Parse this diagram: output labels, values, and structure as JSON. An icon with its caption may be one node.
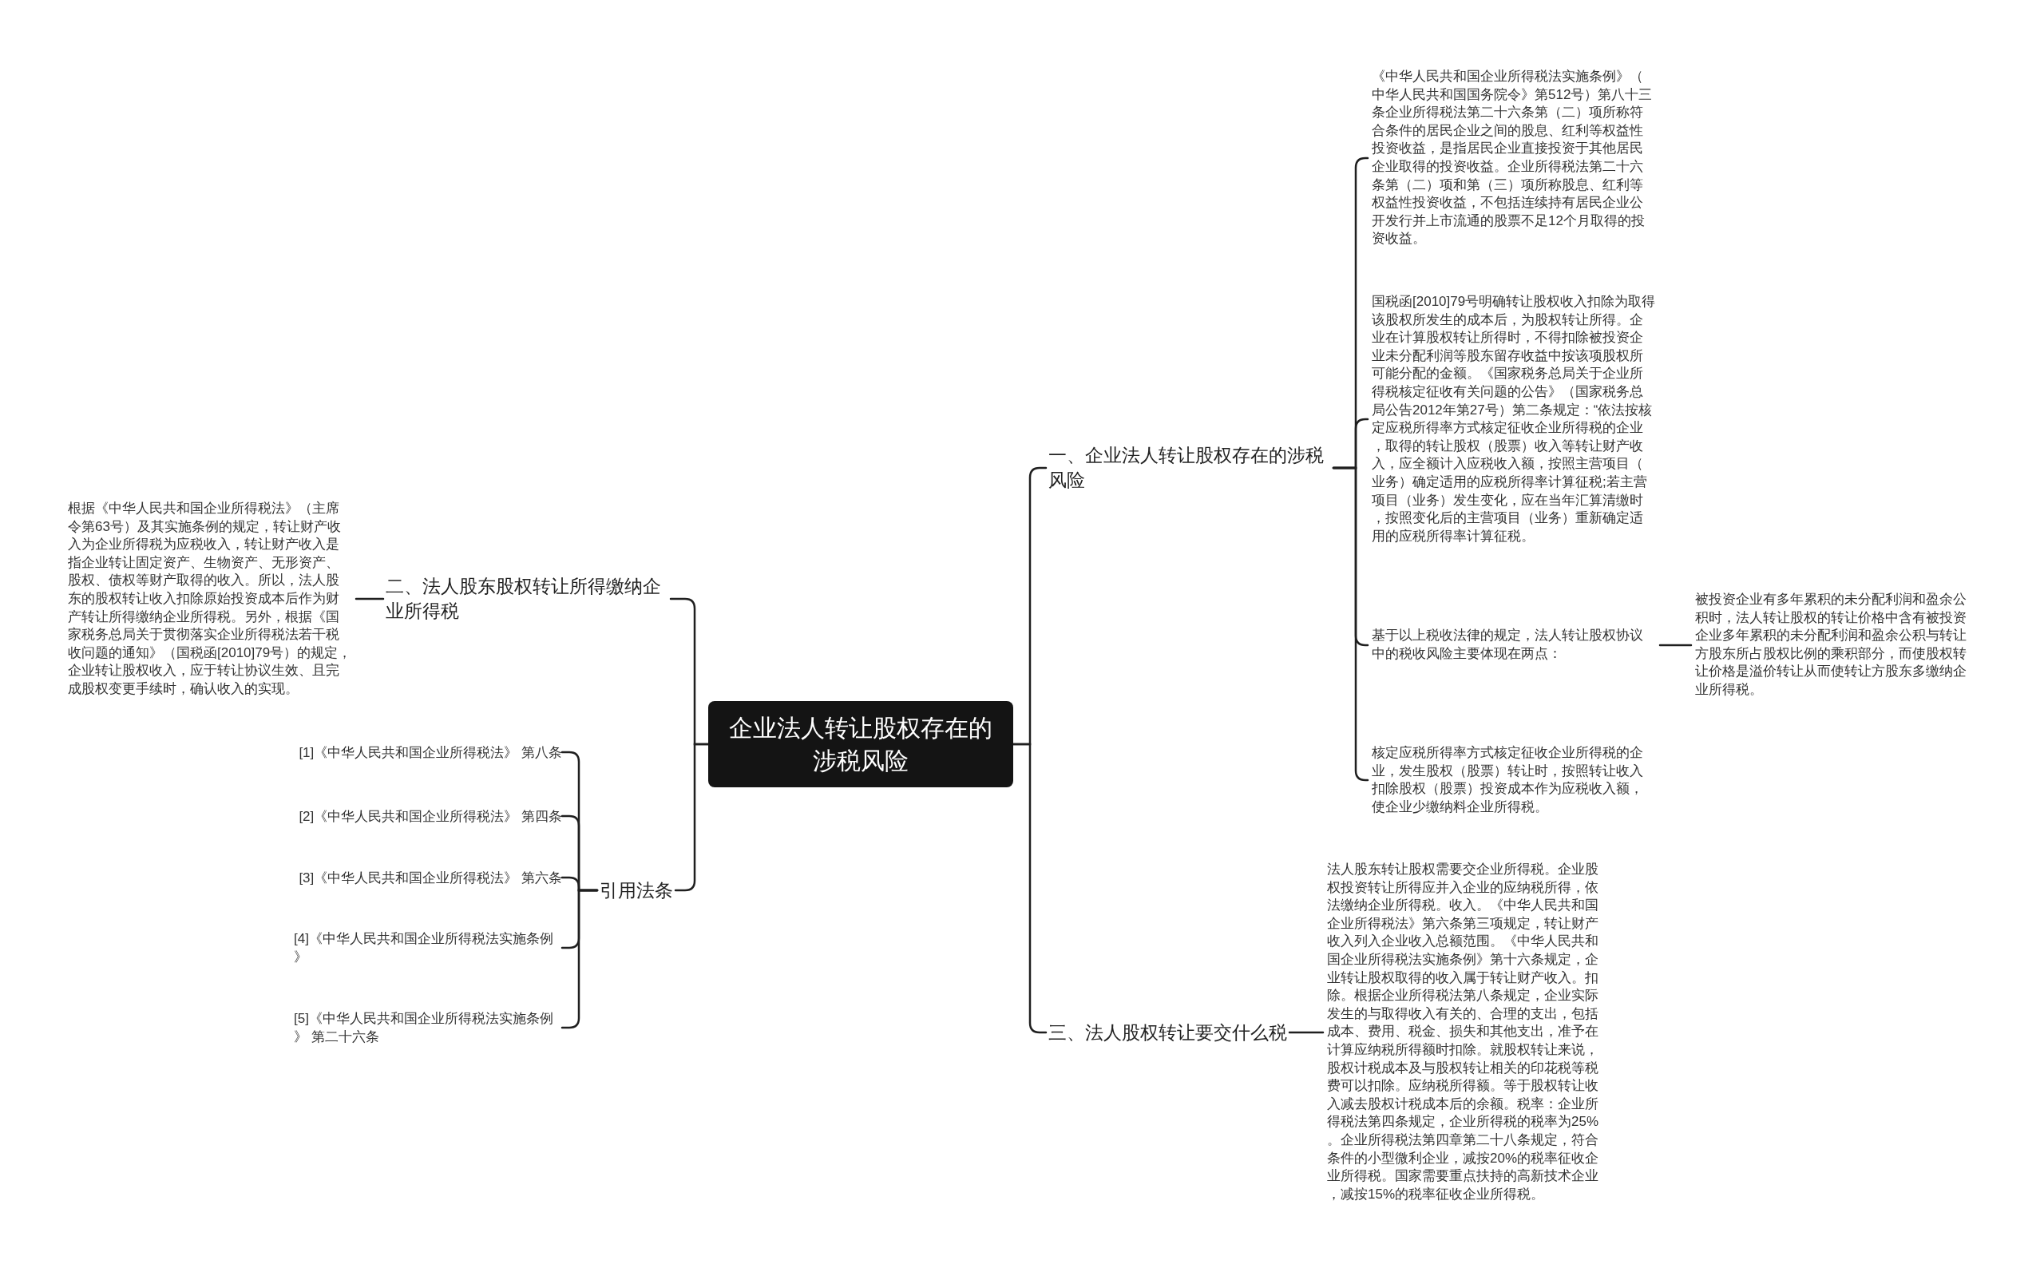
{
  "diagram": {
    "nodes": [
      {
        "text": [
          "企业法人转让股权存在的涉税风险"
        ]
      },
      {
        "text": [
          "一、企业法人转让股权存在的涉税风险"
        ]
      },
      {
        "text": [
          "《中华人民共和国企业所得税法实施条例》（中华人民共和国国务院令》第512号）第八十三条企业所得税法第二十六条第（二）项所称符合条件的居民企业之间的股息、红利等权益性投资收益，是指居民企业直接投资于其他居民企业取得的投资收益。企业所得税法第二十六条第（二）项和第（三）项所称股息、红利等权益性投资收益，不包括连续持有居民企业公开发行并上市流通的股票不足12个月取得的投资收益。"
        ]
      },
      {
        "text": [
          "国税函[2010]79号明确转让股权收入扣除为取得该股权所发生的成本后，为股权转让所得。企业在计算股权转让所得时，不得扣除被投资企业未分配利润等股东留存收益中按该项股权所可能分配的金额。《国家税务总局关于企业所得税核定征收有关问题的公告》（国家税务总局公告2012年第27号）第二条规定：“依法按核定应税所得率方式核定征收企业所得税的企业，取得的转让股权（股票）收入等转让财产收入，应全额计入应税收入额，按照主营项目（业务）确定适用的应税所得率计算征税;若主营项目（业务）发生变化，应在当年汇算清缴时，按照变化后的主营项目（业务）重新确定适用的应税所得率计算征税。"
        ]
      },
      {
        "text": [
          "基于以上税收法律的规定，法人转让股权协议中的税收风险主要体现在两点："
        ]
      },
      {
        "text": [
          "被投资企业有多年累积的未分配利润和盈余公积时，法人转让股权的转让价格中含有被投资企业多年累积的未分配利润和盈余公积与转让方股东所占股权比例的乘积部分，而使股权转让价格是溢价转让从而使转让方股东多缴纳企业所得税。"
        ]
      },
      {
        "text": [
          "核定应税所得率方式核定征收企业所得税的企业，发生股权（股票）转让时，按照转让收入扣除股权（股票）投资成本作为应税收入额，使企业少缴纳料企业所得税。"
        ]
      },
      {
        "text": [
          "三、法人股权转让要交什么税"
        ]
      },
      {
        "text": [
          "法人股东转让股权需要交企业所得税。企业股权投资转让所得应并入企业的应纳税所得，依法缴纳企业所得税。收入。《中华人民共和国企业所得税法》第六条第三项规定，转让财产收入列入企业收入总额范围。《中华人民共和国企业所得税法实施条例》第十六条规定，企业转让股权取得的收入属于转让财产收入。扣除。根据企业所得税法第八条规定，企业实际发生的与取得收入有关的、合理的支出，包括成本、费用、税金、损失和其他支出，准予在计算应纳税所得额时扣除。就股权转让来说，股权计税成本及与股权转让相关的印花税等税费可以扣除。应纳税所得额。等于股权转让收入减去股权计税成本后的余额。税率：企业所得税法第四条规定，企业所得税的税率为25%。企业所得税法第四章第二十八条规定，符合条件的小型微利企业，减按20%的税率征收企业所得税。国家需要重点扶持的高新技术企业，减按15%的税率征收企业所得税。"
        ]
      },
      {
        "text": [
          "二、法人股东股权转让所得缴纳企业所得税"
        ]
      },
      {
        "text": [
          "根据《中华人民共和国企业所得税法》（主席令第63号）及其实施条例的规定，转让财产收入为企业所得税为应税收入，转让财产收入是指企业转让固定资产、生物资产、无形资产、股权、债权等财产取得的收入。所以，法人股东的股权转让收入扣除原始投资成本后作为财产转让所得缴纳企业所得税。另外，根据《国家税务总局关于贯彻落实企业所得税法若干税收问题的通知》（国税函[2010]79号）的规定，企业转让股权收入，应于转让协议生效、且完成股权变更手续时，确认收入的实现。"
        ]
      },
      {
        "text": [
          "引用法条"
        ]
      },
      {
        "text": [
          "[1]《中华人民共和国企业所得税法》 第八条"
        ]
      },
      {
        "text": [
          "[2]《中华人民共和国企业所得税法》 第四条"
        ]
      },
      {
        "text": [
          "[3]《中华人民共和国企业所得税法》 第六条"
        ]
      },
      {
        "text": [
          "[4]《中华人民共和国企业所得税法实施条例》"
        ]
      },
      {
        "text": [
          "[5]《中华人民共和国企业所得税法实施条例》 第二十六条"
        ]
      }
    ],
    "edges": [
      {
        "from": 0,
        "to": 1,
        "arrow": "none"
      },
      {
        "from": 1,
        "to": 2,
        "arrow": "none"
      },
      {
        "from": 1,
        "to": 3,
        "arrow": "none"
      },
      {
        "from": 1,
        "to": 4,
        "arrow": "none"
      },
      {
        "from": 4,
        "to": 5,
        "arrow": "none"
      },
      {
        "from": 1,
        "to": 6,
        "arrow": "none"
      },
      {
        "from": 0,
        "to": 7,
        "arrow": "none"
      },
      {
        "from": 7,
        "to": 8,
        "arrow": "none"
      },
      {
        "from": 0,
        "to": 9,
        "arrow": "none"
      },
      {
        "from": 9,
        "to": 10,
        "arrow": "none"
      },
      {
        "from": 0,
        "to": 11,
        "arrow": "none"
      },
      {
        "from": 11,
        "to": 12,
        "arrow": "none"
      },
      {
        "from": 11,
        "to": 13,
        "arrow": "none"
      },
      {
        "from": 11,
        "to": 14,
        "arrow": "none"
      },
      {
        "from": 11,
        "to": 15,
        "arrow": "none"
      },
      {
        "from": 11,
        "to": 16,
        "arrow": "none"
      }
    ]
  }
}
